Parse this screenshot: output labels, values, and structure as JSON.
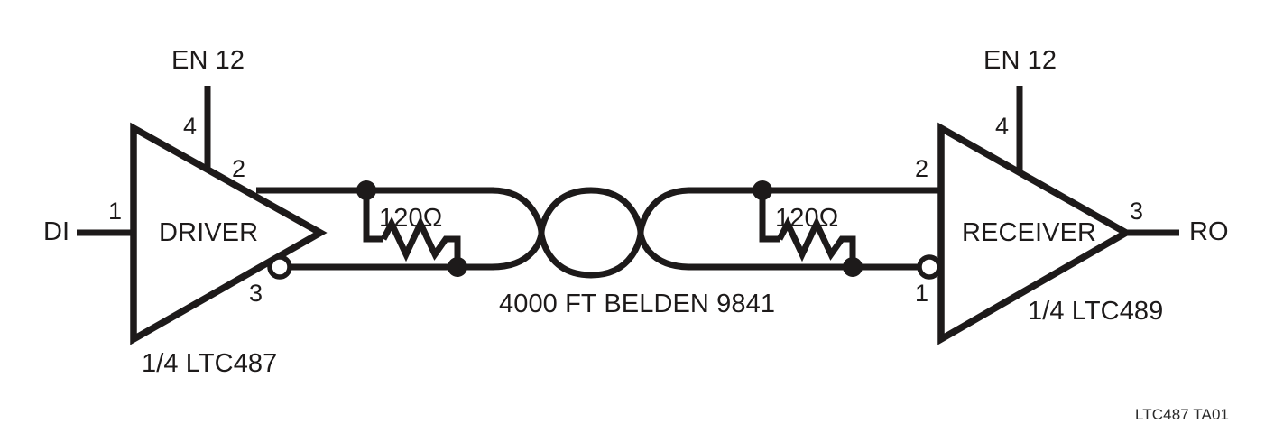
{
  "figure": {
    "code_label": "LTC487 TA01",
    "cable_label": "4000 FT BELDEN 9841",
    "line_color": "#1d1a1a",
    "background_color": "#ffffff"
  },
  "driver": {
    "block_label": "DRIVER",
    "part_label": "1/4 LTC487",
    "enable_label": "EN 12",
    "enable_pin": "4",
    "input_port": "DI",
    "input_pin": "1",
    "out_noninv_pin": "2",
    "out_inv_pin": "3",
    "terminator": "120Ω"
  },
  "receiver": {
    "block_label": "RECEIVER",
    "part_label": "1/4 LTC489",
    "enable_label": "EN 12",
    "enable_pin": "4",
    "in_noninv_pin": "2",
    "in_inv_pin": "1",
    "output_port": "RO",
    "output_pin": "3",
    "terminator": "120Ω"
  }
}
